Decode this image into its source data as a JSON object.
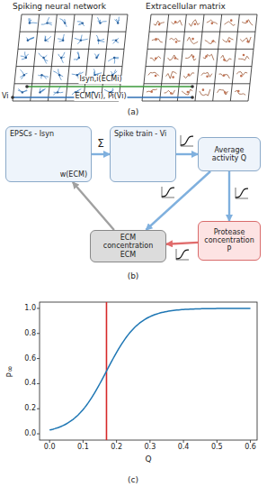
{
  "diagram": {
    "nodes": [
      {
        "text": [
          "EPSCs - Isyn",
          "w(ECM)"
        ]
      },
      {
        "text": [
          "Spike train - Vi"
        ]
      },
      {
        "text": [
          "Average activity Q"
        ]
      },
      {
        "text": [
          "Protease concentration P"
        ]
      },
      {
        "text": [
          "ECM concentration ECM"
        ]
      }
    ],
    "edges": [
      {
        "from": 0,
        "to": 1,
        "arrow": "to",
        "label": "Σ"
      },
      {
        "from": 1,
        "to": 2,
        "arrow": "to"
      },
      {
        "from": 2,
        "to": 3,
        "arrow": "to"
      },
      {
        "from": 3,
        "to": 4,
        "arrow": "to"
      },
      {
        "from": 2,
        "to": 4,
        "arrow": "to"
      },
      {
        "from": 4,
        "to": 0,
        "arrow": "to"
      }
    ],
    "labels": [
      "Spiking neural network",
      "Extracellular matrix",
      "Isyn,i(ECMi)",
      "ECM(Vi), Pi(Vi)",
      "Vi",
      "(a)",
      "(b)",
      "(c)",
      "P∞",
      "0.0",
      "0.2",
      "0.4",
      "0.6",
      "0.8",
      "1.0",
      "0.0",
      "0.1",
      "0.2",
      "0.3",
      "0.4",
      "0.5",
      "0.6",
      "Q"
    ]
  }
}
